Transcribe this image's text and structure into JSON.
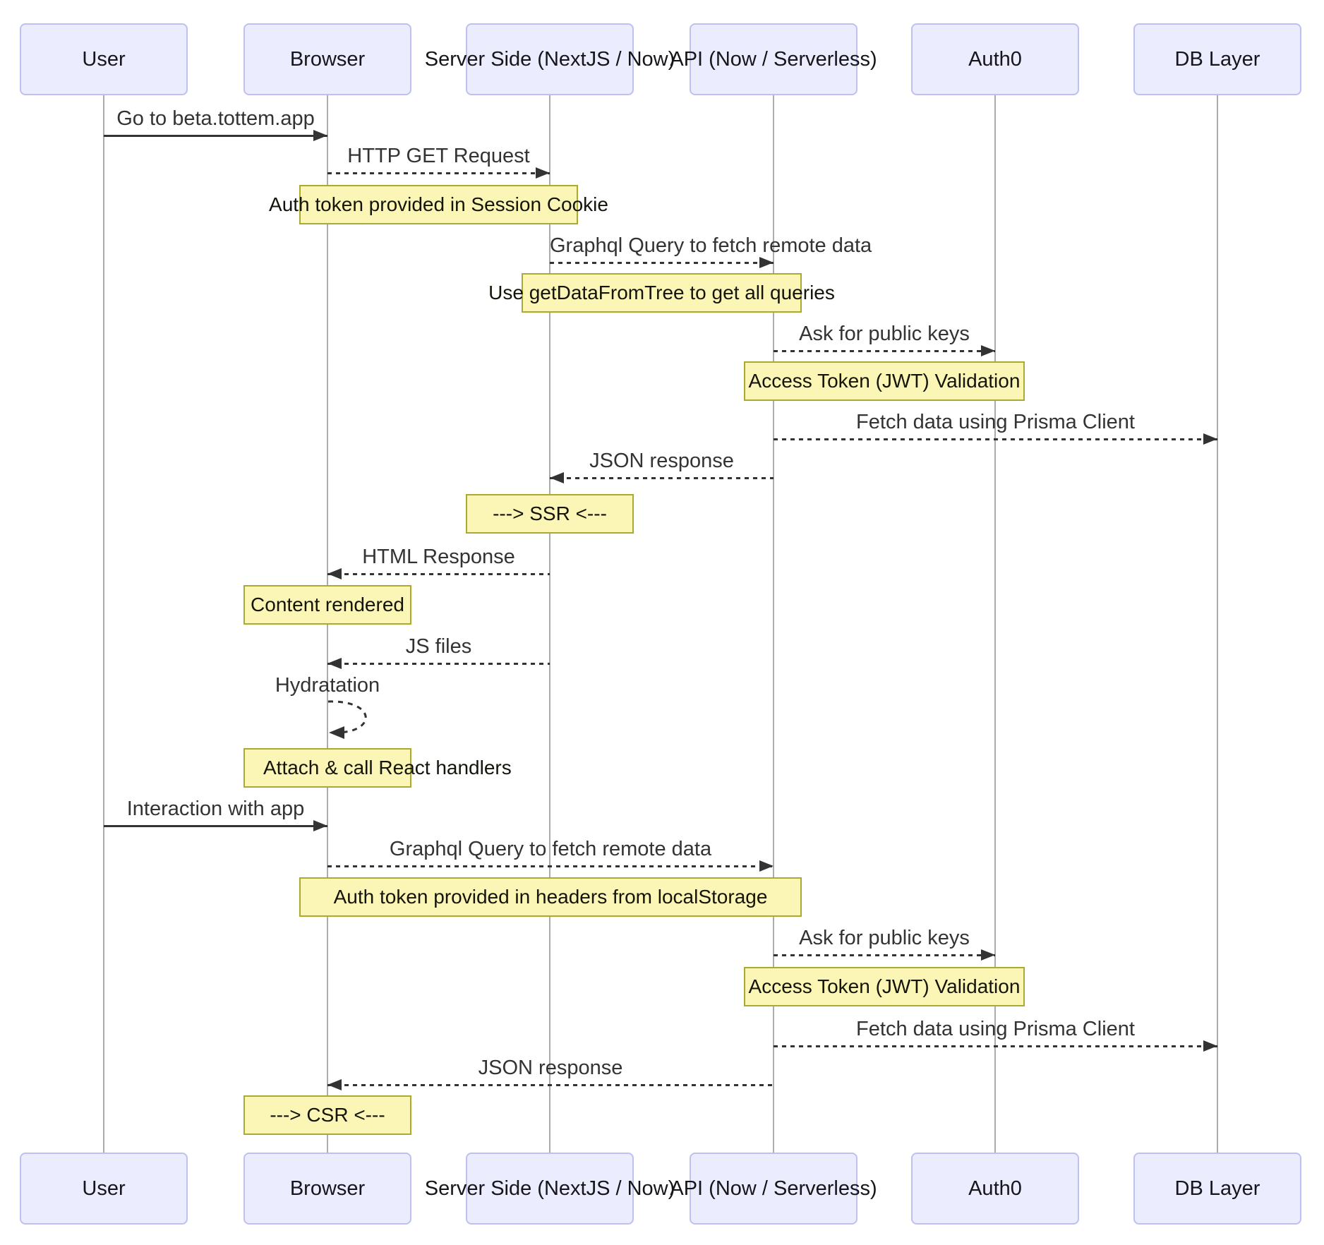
{
  "diagram": {
    "actors": [
      {
        "id": "user",
        "label": "User"
      },
      {
        "id": "browser",
        "label": "Browser"
      },
      {
        "id": "server",
        "label": "Server Side (NextJS / Now)"
      },
      {
        "id": "api",
        "label": "API (Now / Serverless)"
      },
      {
        "id": "auth0",
        "label": "Auth0"
      },
      {
        "id": "db",
        "label": "DB Layer"
      }
    ],
    "messages": [
      {
        "label": "Go to beta.tottem.app",
        "from": "User",
        "to": "Browser",
        "style": "solid"
      },
      {
        "label": "HTTP GET Request",
        "from": "Browser",
        "to": "Server Side (NextJS / Now)",
        "style": "dashed"
      },
      {
        "label": "Graphql Query to fetch remote data",
        "from": "Server Side (NextJS / Now)",
        "to": "API (Now / Serverless)",
        "style": "dashed"
      },
      {
        "label": "Ask for public keys",
        "from": "API (Now / Serverless)",
        "to": "Auth0",
        "style": "dashed"
      },
      {
        "label": "Fetch data using Prisma Client",
        "from": "API (Now / Serverless)",
        "to": "DB Layer",
        "style": "dashed"
      },
      {
        "label": "JSON response",
        "from": "API (Now / Serverless)",
        "to": "Server Side (NextJS / Now)",
        "style": "dashed"
      },
      {
        "label": "HTML Response",
        "from": "Server Side (NextJS / Now)",
        "to": "Browser",
        "style": "dashed"
      },
      {
        "label": "JS files",
        "from": "Server Side (NextJS / Now)",
        "to": "Browser",
        "style": "dashed"
      },
      {
        "label": "Interaction with app",
        "from": "User",
        "to": "Browser",
        "style": "solid"
      },
      {
        "label": "Graphql Query to fetch remote data",
        "from": "Browser",
        "to": "API (Now / Serverless)",
        "style": "dashed"
      },
      {
        "label": "Ask for public keys",
        "from": "API (Now / Serverless)",
        "to": "Auth0",
        "style": "dashed"
      },
      {
        "label": "Fetch data using Prisma Client",
        "from": "API (Now / Serverless)",
        "to": "DB Layer",
        "style": "dashed"
      },
      {
        "label": "JSON response",
        "from": "API (Now / Serverless)",
        "to": "Browser",
        "style": "dashed"
      }
    ],
    "self_message": {
      "label": "Hydratation",
      "actor": "Browser"
    },
    "notes": [
      {
        "label": "Auth token provided in Session Cookie",
        "over": "Browser, Server Side"
      },
      {
        "label": "Use getDataFromTree to get all queries",
        "over": "Server Side, API"
      },
      {
        "label": "Access Token (JWT) Validation",
        "over": "API, Auth0"
      },
      {
        "label": "---> SSR <---",
        "over": "Server Side"
      },
      {
        "label": "Content rendered",
        "over": "Browser"
      },
      {
        "label": "Attach & call React handlers",
        "over": "Browser"
      },
      {
        "label": "Auth token provided in headers from localStorage",
        "over": "Browser, API"
      },
      {
        "label": "Access Token (JWT) Validation",
        "over": "API, Auth0"
      },
      {
        "label": "---> CSR <---",
        "over": "Browser"
      }
    ],
    "colors": {
      "actor_fill": "#ECECFF",
      "actor_border": "#BEC1F0",
      "note_fill": "#FCF6B6",
      "note_border": "#AAAA33",
      "line": "#333333",
      "lifeline": "#ABABAB",
      "text": "#333333"
    }
  }
}
